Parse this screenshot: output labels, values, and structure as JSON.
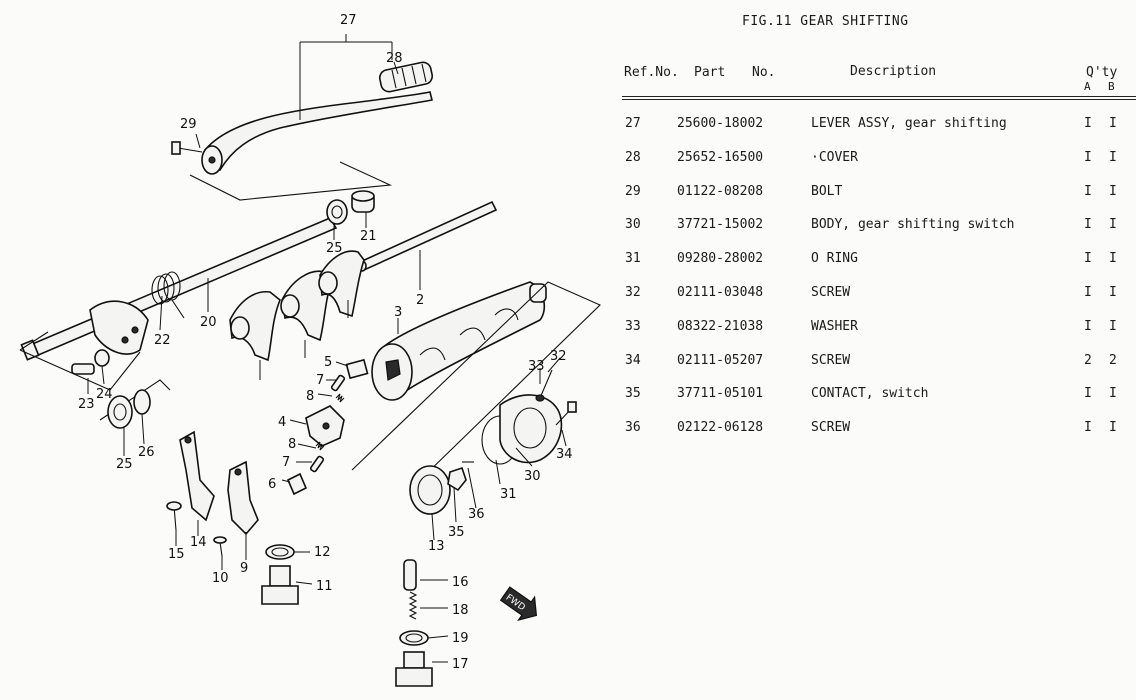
{
  "figure": {
    "title": "FIG.11  GEAR SHIFTING",
    "fwd_label": "FWD"
  },
  "table": {
    "headers": {
      "ref": "Ref.No.",
      "part": "Part",
      "no": "No.",
      "description": "Description",
      "qty": "Q'ty",
      "qty_a": "A",
      "qty_b": "B"
    },
    "rows": [
      {
        "ref": "27",
        "part_no": "25600-18002",
        "description": "LEVER ASSY, gear shifting",
        "qty_a": "I",
        "qty_b": "I"
      },
      {
        "ref": "28",
        "part_no": "25652-16500",
        "description": "·COVER",
        "qty_a": "I",
        "qty_b": "I"
      },
      {
        "ref": "29",
        "part_no": "01122-08208",
        "description": "BOLT",
        "qty_a": "I",
        "qty_b": "I"
      },
      {
        "ref": "30",
        "part_no": "37721-15002",
        "description": "BODY, gear shifting switch",
        "qty_a": "I",
        "qty_b": "I"
      },
      {
        "ref": "31",
        "part_no": "09280-28002",
        "description": "O RING",
        "qty_a": "I",
        "qty_b": "I"
      },
      {
        "ref": "32",
        "part_no": "02111-03048",
        "description": "SCREW",
        "qty_a": "I",
        "qty_b": "I"
      },
      {
        "ref": "33",
        "part_no": "08322-21038",
        "description": "WASHER",
        "qty_a": "I",
        "qty_b": "I"
      },
      {
        "ref": "34",
        "part_no": "02111-05207",
        "description": "SCREW",
        "qty_a": "2",
        "qty_b": "2"
      },
      {
        "ref": "35",
        "part_no": "37711-05101",
        "description": "CONTACT, switch",
        "qty_a": "I",
        "qty_b": "I"
      },
      {
        "ref": "36",
        "part_no": "02122-06128",
        "description": "SCREW",
        "qty_a": "I",
        "qty_b": "I"
      }
    ]
  },
  "callouts": {
    "c27": "27",
    "c28": "28",
    "c29": "29",
    "c25a": "25",
    "c21": "21",
    "c2": "2",
    "c20": "20",
    "c22": "22",
    "c3": "3",
    "c5": "5",
    "c7a": "7",
    "c8a": "8",
    "c4": "4",
    "c8b": "8",
    "c7b": "7",
    "c6": "6",
    "c33": "33",
    "c32": "32",
    "c34": "34",
    "c30": "30",
    "c31": "31",
    "c36": "36",
    "c35": "35",
    "c13": "13",
    "c23": "23",
    "c24": "24",
    "c25b": "25",
    "c26": "26",
    "c14": "14",
    "c15": "15",
    "c9": "9",
    "c10": "10",
    "c12": "12",
    "c11": "11",
    "c16": "16",
    "c18": "18",
    "c19": "19",
    "c17": "17"
  }
}
